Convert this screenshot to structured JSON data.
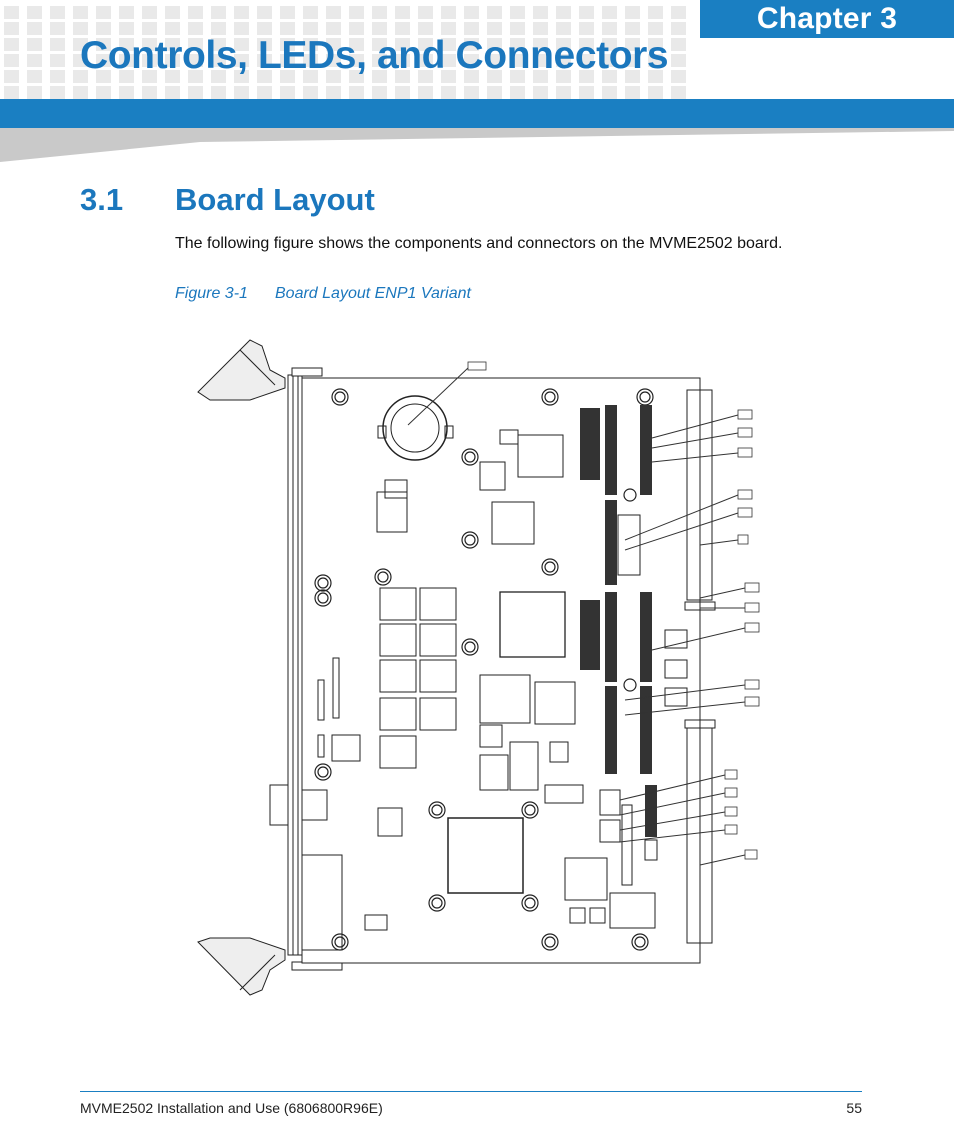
{
  "header": {
    "chapter_label": "Chapter 3",
    "page_title": "Controls, LEDs, and Connectors"
  },
  "section": {
    "number": "3.1",
    "title": "Board Layout",
    "intro": "The following figure shows the components and connectors on the MVME2502 board."
  },
  "figure": {
    "label": "Figure 3-1",
    "caption": "Board Layout ENP1 Variant"
  },
  "footer": {
    "doc_title": "MVME2502 Installation and Use (6806800R96E)",
    "page_number": "55"
  },
  "colors": {
    "accent": "#1a7fc2",
    "heading": "#1b77bd"
  }
}
